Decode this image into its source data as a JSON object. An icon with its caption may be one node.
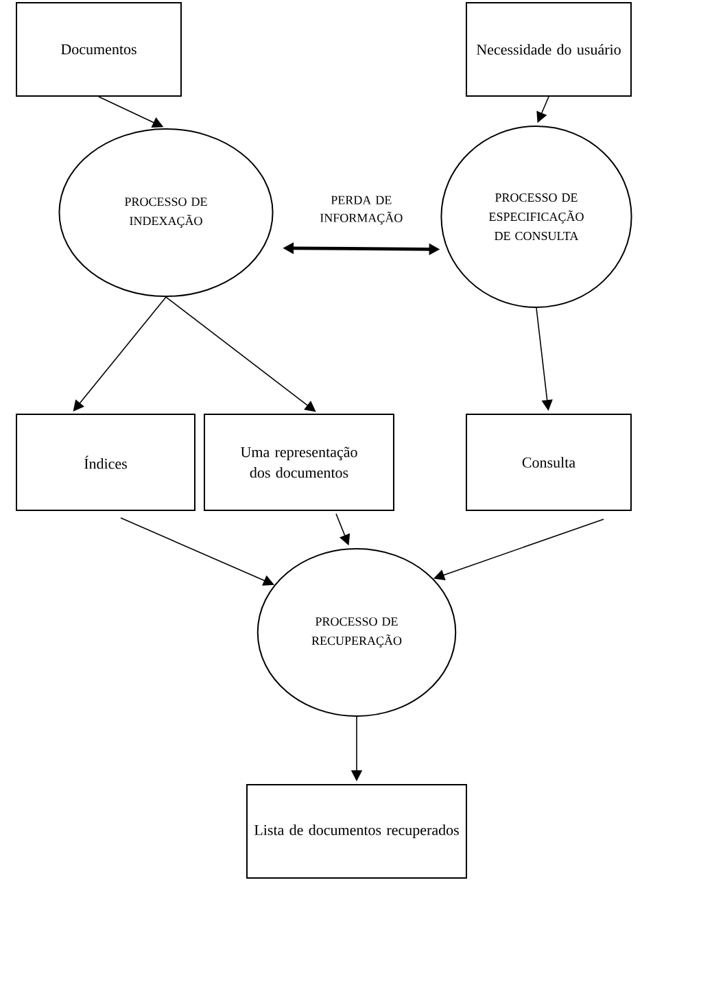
{
  "diagram": {
    "nodes": [
      {
        "text": [
          "Documentos"
        ]
      },
      {
        "text": [
          "Necessidade do usuário"
        ]
      },
      {
        "text": [
          "PROCESSO DE INDEXAÇÃO"
        ]
      },
      {
        "text": [
          "PROCESSO DE ESPECIFICAÇÃO DE CONSULTA"
        ]
      },
      {
        "text": [
          "Índices"
        ]
      },
      {
        "text": [
          "Uma representação dos documentos"
        ]
      },
      {
        "text": [
          "Consulta"
        ]
      },
      {
        "text": [
          "PROCESSO DE RECUPERAÇÃO"
        ]
      },
      {
        "text": [
          "Lista de documentos recuperados"
        ]
      }
    ],
    "edges": [
      {
        "from": 0,
        "to": 2,
        "arrow": "to"
      },
      {
        "from": 1,
        "to": 3,
        "arrow": "to"
      },
      {
        "from": 2,
        "to": 3,
        "arrow": "both",
        "label": "PERDA DE INFORMAÇÃO",
        "style": "thick"
      },
      {
        "from": 2,
        "to": 4,
        "arrow": "to"
      },
      {
        "from": 2,
        "to": 5,
        "arrow": "to"
      },
      {
        "from": 3,
        "to": 6,
        "arrow": "to"
      },
      {
        "from": 4,
        "to": 7,
        "arrow": "to"
      },
      {
        "from": 5,
        "to": 7,
        "arrow": "to"
      },
      {
        "from": 6,
        "to": 7,
        "arrow": "to"
      },
      {
        "from": 7,
        "to": 8,
        "arrow": "to"
      }
    ]
  }
}
